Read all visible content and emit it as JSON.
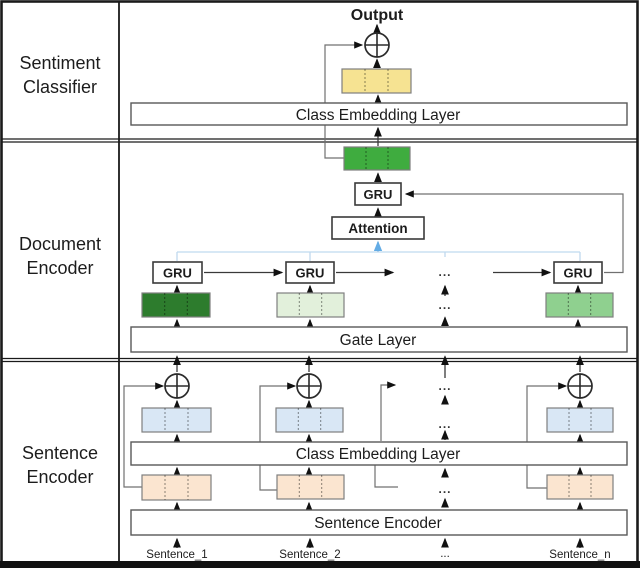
{
  "section_labels": {
    "classifier": {
      "line1": "Sentiment",
      "line2": "Classifier"
    },
    "document": {
      "line1": "Document",
      "line2": "Encoder"
    },
    "sentence": {
      "line1": "Sentence",
      "line2": "Encoder"
    }
  },
  "classifier": {
    "output": "Output",
    "class_embedding_layer": "Class Embedding Layer"
  },
  "document": {
    "gru": "GRU",
    "attention": "Attention",
    "gate_layer": "Gate Layer",
    "ellipsis": "..."
  },
  "sentence": {
    "class_embedding_layer": "Class Embedding Layer",
    "encoder": "Sentence Encoder",
    "inputs": [
      "Sentence_1",
      "Sentence_2",
      "...",
      "Sentence_n"
    ],
    "ellipsis": "..."
  },
  "colors": {
    "yellow_embedding": "#F6E392",
    "document_vector_green": "#3FAC3F",
    "doc_embedding_dark_green": "#2D7C2D",
    "doc_embedding_pale_green": "#E2F0DB",
    "doc_embedding_mid_green": "#8FD08F",
    "sentence_hidden_blue": "#D9E7F5",
    "word_embedding_peach": "#FBE5D0",
    "attention_blue": "#9DC3E6"
  }
}
